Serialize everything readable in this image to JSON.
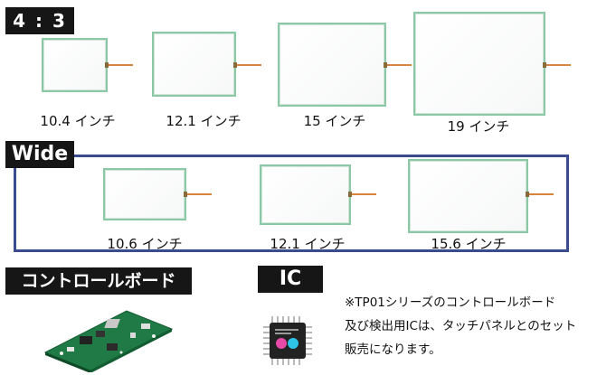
{
  "sections": {
    "ratio_4_3": "4 : 3",
    "wide": "Wide",
    "control_board": "コントロールボード",
    "ic": "IC"
  },
  "sizes_4_3": [
    "10.4 インチ",
    "12.1 インチ",
    "15 インチ",
    "19 インチ"
  ],
  "sizes_wide": [
    "10.6 インチ",
    "12.1 インチ",
    "15.6 インチ"
  ],
  "note_lines": [
    "※TP01シリーズのコントロールボード",
    "及び検出用ICは、タッチパネルとのセット",
    "販売になります。"
  ],
  "colors": {
    "tag_bg": "#161616",
    "panel_border": "#8cc7a6",
    "wide_frame": "#3b4c8e",
    "cable": "#d9843d"
  }
}
